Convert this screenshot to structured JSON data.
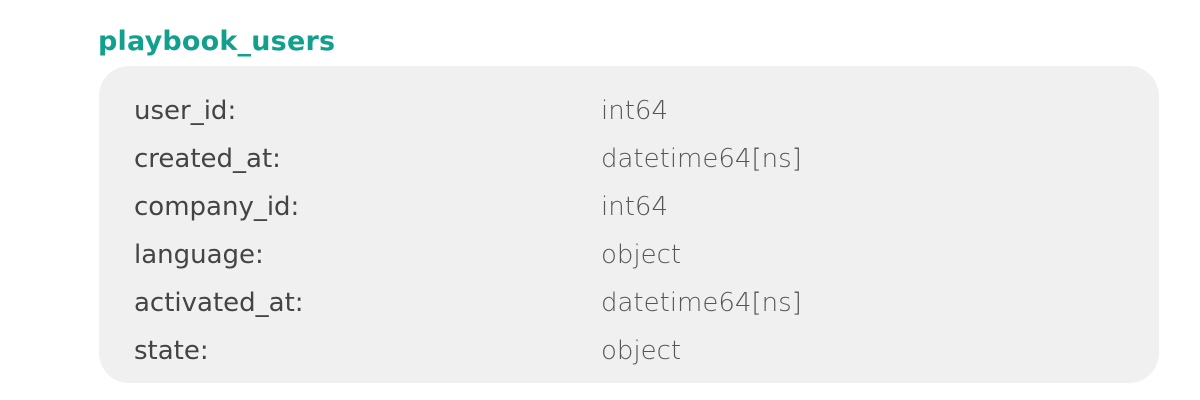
{
  "table": {
    "name": "playbook_users",
    "title_color": "#12a08e",
    "box_color": "#f0f0f0",
    "fields": [
      {
        "name": "user_id:",
        "type": "int64"
      },
      {
        "name": "created_at:",
        "type": "datetime64[ns]"
      },
      {
        "name": "company_id:",
        "type": "int64"
      },
      {
        "name": "language:",
        "type": "object"
      },
      {
        "name": "activated_at:",
        "type": "datetime64[ns]"
      },
      {
        "name": "state:",
        "type": "object"
      }
    ]
  }
}
